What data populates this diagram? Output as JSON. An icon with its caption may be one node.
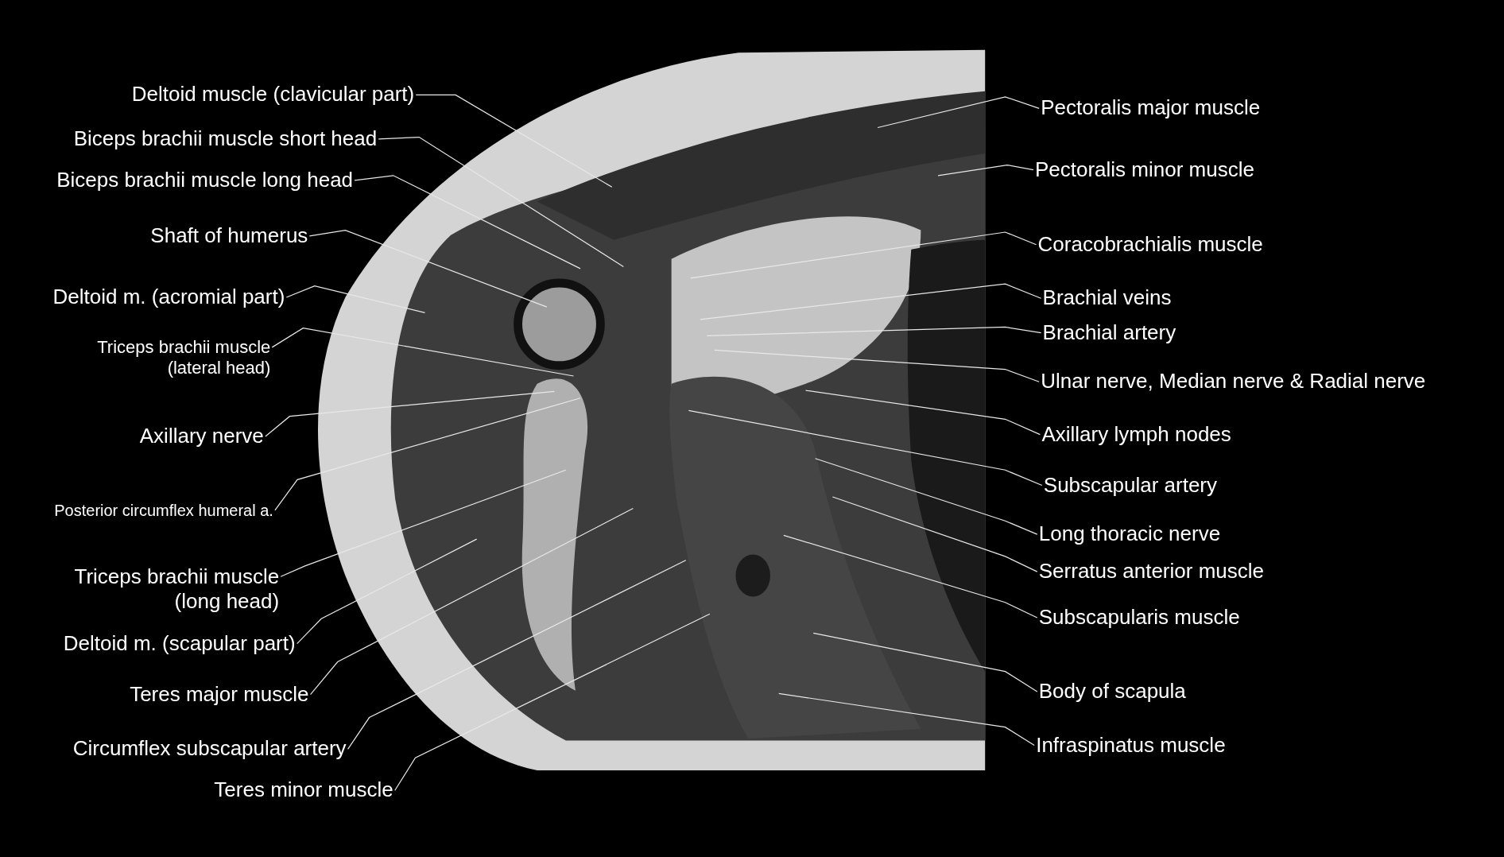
{
  "diagram": {
    "nodes": [
      {
        "text": [
          "Deltoid muscle (clavicular part)"
        ]
      },
      {
        "text": [
          "Biceps brachii muscle short head"
        ]
      },
      {
        "text": [
          "Biceps brachii muscle long head"
        ]
      },
      {
        "text": [
          "Shaft of humerus"
        ]
      },
      {
        "text": [
          "Deltoid m. (acromial part)"
        ]
      },
      {
        "text": [
          "Triceps brachii muscle (lateral head)"
        ]
      },
      {
        "text": [
          "Axillary nerve"
        ]
      },
      {
        "text": [
          "Posterior circumflex humeral a."
        ]
      },
      {
        "text": [
          "Triceps brachii muscle (long head)"
        ]
      },
      {
        "text": [
          "Deltoid m. (scapular part)"
        ]
      },
      {
        "text": [
          "Teres major muscle"
        ]
      },
      {
        "text": [
          "Circumflex subscapular artery"
        ]
      },
      {
        "text": [
          "Teres minor muscle"
        ]
      },
      {
        "text": [
          "Pectoralis major muscle"
        ]
      },
      {
        "text": [
          "Pectoralis minor muscle"
        ]
      },
      {
        "text": [
          "Coracobrachialis muscle"
        ]
      },
      {
        "text": [
          "Brachial veins"
        ]
      },
      {
        "text": [
          "Brachial artery"
        ]
      },
      {
        "text": [
          "Ulnar nerve, Median nerve & Radial nerve"
        ]
      },
      {
        "text": [
          "Axillary lymph nodes"
        ]
      },
      {
        "text": [
          "Subscapular artery"
        ]
      },
      {
        "text": [
          "Long thoracic nerve"
        ]
      },
      {
        "text": [
          "Serratus anterior muscle"
        ]
      },
      {
        "text": [
          "Subscapularis muscle"
        ]
      },
      {
        "text": [
          "Body of scapula"
        ]
      },
      {
        "text": [
          "Infraspinatus muscle"
        ]
      }
    ],
    "edges": [
      {
        "from": 0,
        "to": null,
        "arrow": "none"
      },
      {
        "from": 1,
        "to": null,
        "arrow": "none"
      },
      {
        "from": 2,
        "to": null,
        "arrow": "none"
      },
      {
        "from": 3,
        "to": null,
        "arrow": "none"
      },
      {
        "from": 4,
        "to": null,
        "arrow": "none"
      },
      {
        "from": 5,
        "to": null,
        "arrow": "none"
      },
      {
        "from": 6,
        "to": null,
        "arrow": "none"
      },
      {
        "from": 7,
        "to": null,
        "arrow": "none"
      },
      {
        "from": 8,
        "to": null,
        "arrow": "none"
      },
      {
        "from": 9,
        "to": null,
        "arrow": "none"
      },
      {
        "from": 10,
        "to": null,
        "arrow": "none"
      },
      {
        "from": 11,
        "to": null,
        "arrow": "none"
      },
      {
        "from": 12,
        "to": null,
        "arrow": "none"
      },
      {
        "from": 13,
        "to": null,
        "arrow": "none"
      },
      {
        "from": 14,
        "to": null,
        "arrow": "none"
      },
      {
        "from": 15,
        "to": null,
        "arrow": "none"
      },
      {
        "from": 16,
        "to": null,
        "arrow": "none"
      },
      {
        "from": 17,
        "to": null,
        "arrow": "none"
      },
      {
        "from": 18,
        "to": null,
        "arrow": "none"
      },
      {
        "from": 19,
        "to": null,
        "arrow": "none"
      },
      {
        "from": 20,
        "to": null,
        "arrow": "none"
      },
      {
        "from": 21,
        "to": null,
        "arrow": "none"
      },
      {
        "from": 22,
        "to": null,
        "arrow": "none"
      },
      {
        "from": 23,
        "to": null,
        "arrow": "none"
      },
      {
        "from": 24,
        "to": null,
        "arrow": "none"
      },
      {
        "from": 25,
        "to": null,
        "arrow": "none"
      }
    ]
  }
}
